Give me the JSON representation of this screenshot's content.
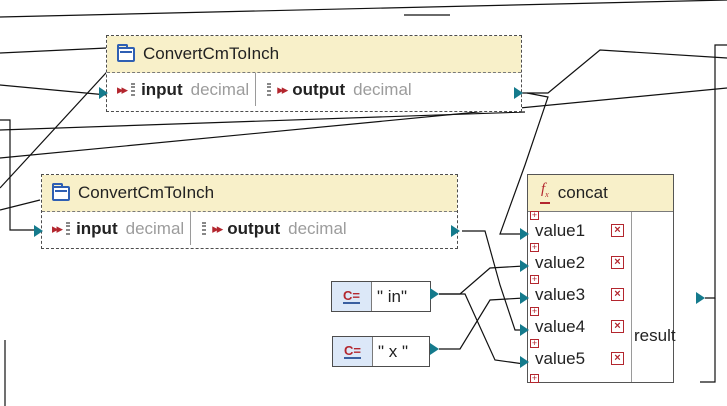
{
  "components": [
    {
      "title": "ConvertCmToInch",
      "icon": "folder-icon",
      "input": {
        "name": "input",
        "type": "decimal"
      },
      "output": {
        "name": "output",
        "type": "decimal"
      }
    },
    {
      "title": "ConvertCmToInch",
      "icon": "folder-icon",
      "input": {
        "name": "input",
        "type": "decimal"
      },
      "output": {
        "name": "output",
        "type": "decimal"
      }
    }
  ],
  "function": {
    "title": "concat",
    "icon": "function-icon",
    "inputs": [
      "value1",
      "value2",
      "value3",
      "value4",
      "value5"
    ],
    "output": "result"
  },
  "constants": [
    {
      "value": "\" in\"",
      "icon": "constant-icon"
    },
    {
      "value": "\" x \"",
      "icon": "constant-icon"
    }
  ],
  "colors": {
    "header": "#f8f0c9",
    "port": "#147a8c",
    "accent_red": "#b3262e",
    "constant_icon_bg": "#dce8f8"
  }
}
